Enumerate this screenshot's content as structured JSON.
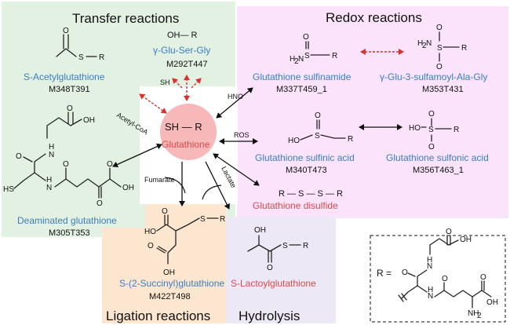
{
  "panels": {
    "transfer": "Transfer reactions",
    "redox": "Redox reactions",
    "ligation": "Ligation reactions",
    "hydrolysis": "Hydrolysis"
  },
  "center": {
    "name": "Glutathione",
    "formula": "SH — R"
  },
  "compounds": {
    "acetyl": {
      "name": "S-Acetylglutathione",
      "id": "M348T391"
    },
    "gluserglyt": {
      "name": "γ-Glu-Ser-Gly",
      "id": "M292T447",
      "formula": "OH— R"
    },
    "sulfinamide": {
      "name": "Glutathione sulfinamide",
      "id": "M337T459_1"
    },
    "sulfamoyl": {
      "name": "γ-Glu-3-sulfamoyl-Ala-Gly",
      "id": "M353T431"
    },
    "sulfinic": {
      "name": "Glutathione sulfinic acid",
      "id": "M340T473"
    },
    "sulfonic": {
      "name": "Glutathione sulfonic acid",
      "id": "M356T463_1"
    },
    "disulfide": {
      "name": "Glutathione disulfide",
      "formula": "R — S — S — R"
    },
    "deaminated": {
      "name": "Deaminated glutathione",
      "id": "M305T353"
    },
    "succinyl": {
      "name": "S-(2-Succinyl)glutathione",
      "id": "M422T498"
    },
    "lactoyl": {
      "name": "S-Lactoylglutathione"
    }
  },
  "edges": {
    "sh": "SH",
    "acetylcoa": "Acetyl-CoA",
    "hno": "HNO",
    "ros": "ROS",
    "lactate": "Lactate",
    "fumarate": "Fumarate"
  },
  "rdef": {
    "prefix": "R ="
  },
  "colors": {
    "transfer_bg": "#e3f1e2",
    "redox_bg": "#fbe3fb",
    "ligation_bg": "#fce6cf",
    "hydrolysis_bg": "#ece8f5",
    "center_circle": "#f6b8b8",
    "name_blue": "#3a7fc1",
    "name_red": "#d94b4b",
    "arrow_red": "#d93030"
  }
}
